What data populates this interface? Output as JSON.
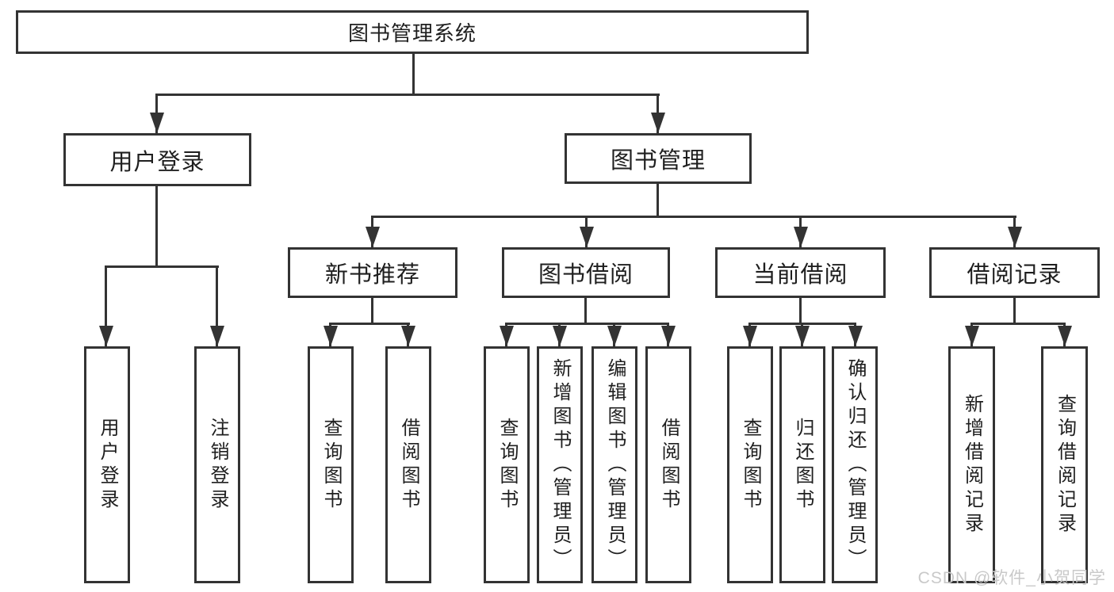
{
  "diagram": {
    "colors": {
      "line": "#333333",
      "text": "#1f1f1f",
      "background": "#ffffff",
      "watermark": "#c9c9c9"
    },
    "root": {
      "label": "图书管理系统"
    },
    "level2": [
      {
        "label": "用户登录"
      },
      {
        "label": "图书管理"
      }
    ],
    "level3": [
      {
        "label": "新书推荐",
        "parent": "图书管理"
      },
      {
        "label": "图书借阅",
        "parent": "图书管理"
      },
      {
        "label": "当前借阅",
        "parent": "图书管理"
      },
      {
        "label": "借阅记录",
        "parent": "图书管理"
      }
    ],
    "leaves": [
      {
        "label": "用户登录",
        "parent": "用户登录"
      },
      {
        "label": "注销登录",
        "parent": "用户登录"
      },
      {
        "label": "查询图书",
        "parent": "新书推荐"
      },
      {
        "label": "借阅图书",
        "parent": "新书推荐"
      },
      {
        "label": "查询图书",
        "parent": "图书借阅"
      },
      {
        "label": "新增图书（管理员）",
        "parent": "图书借阅"
      },
      {
        "label": "编辑图书（管理员）",
        "parent": "图书借阅"
      },
      {
        "label": "借阅图书",
        "parent": "图书借阅"
      },
      {
        "label": "查询图书",
        "parent": "当前借阅"
      },
      {
        "label": "归还图书",
        "parent": "当前借阅"
      },
      {
        "label": "确认归还（管理员）",
        "parent": "当前借阅"
      },
      {
        "label": "新增借阅记录",
        "parent": "借阅记录"
      },
      {
        "label": "查询借阅记录",
        "parent": "借阅记录"
      }
    ],
    "watermark": "CSDN @软件_小贺同学"
  }
}
